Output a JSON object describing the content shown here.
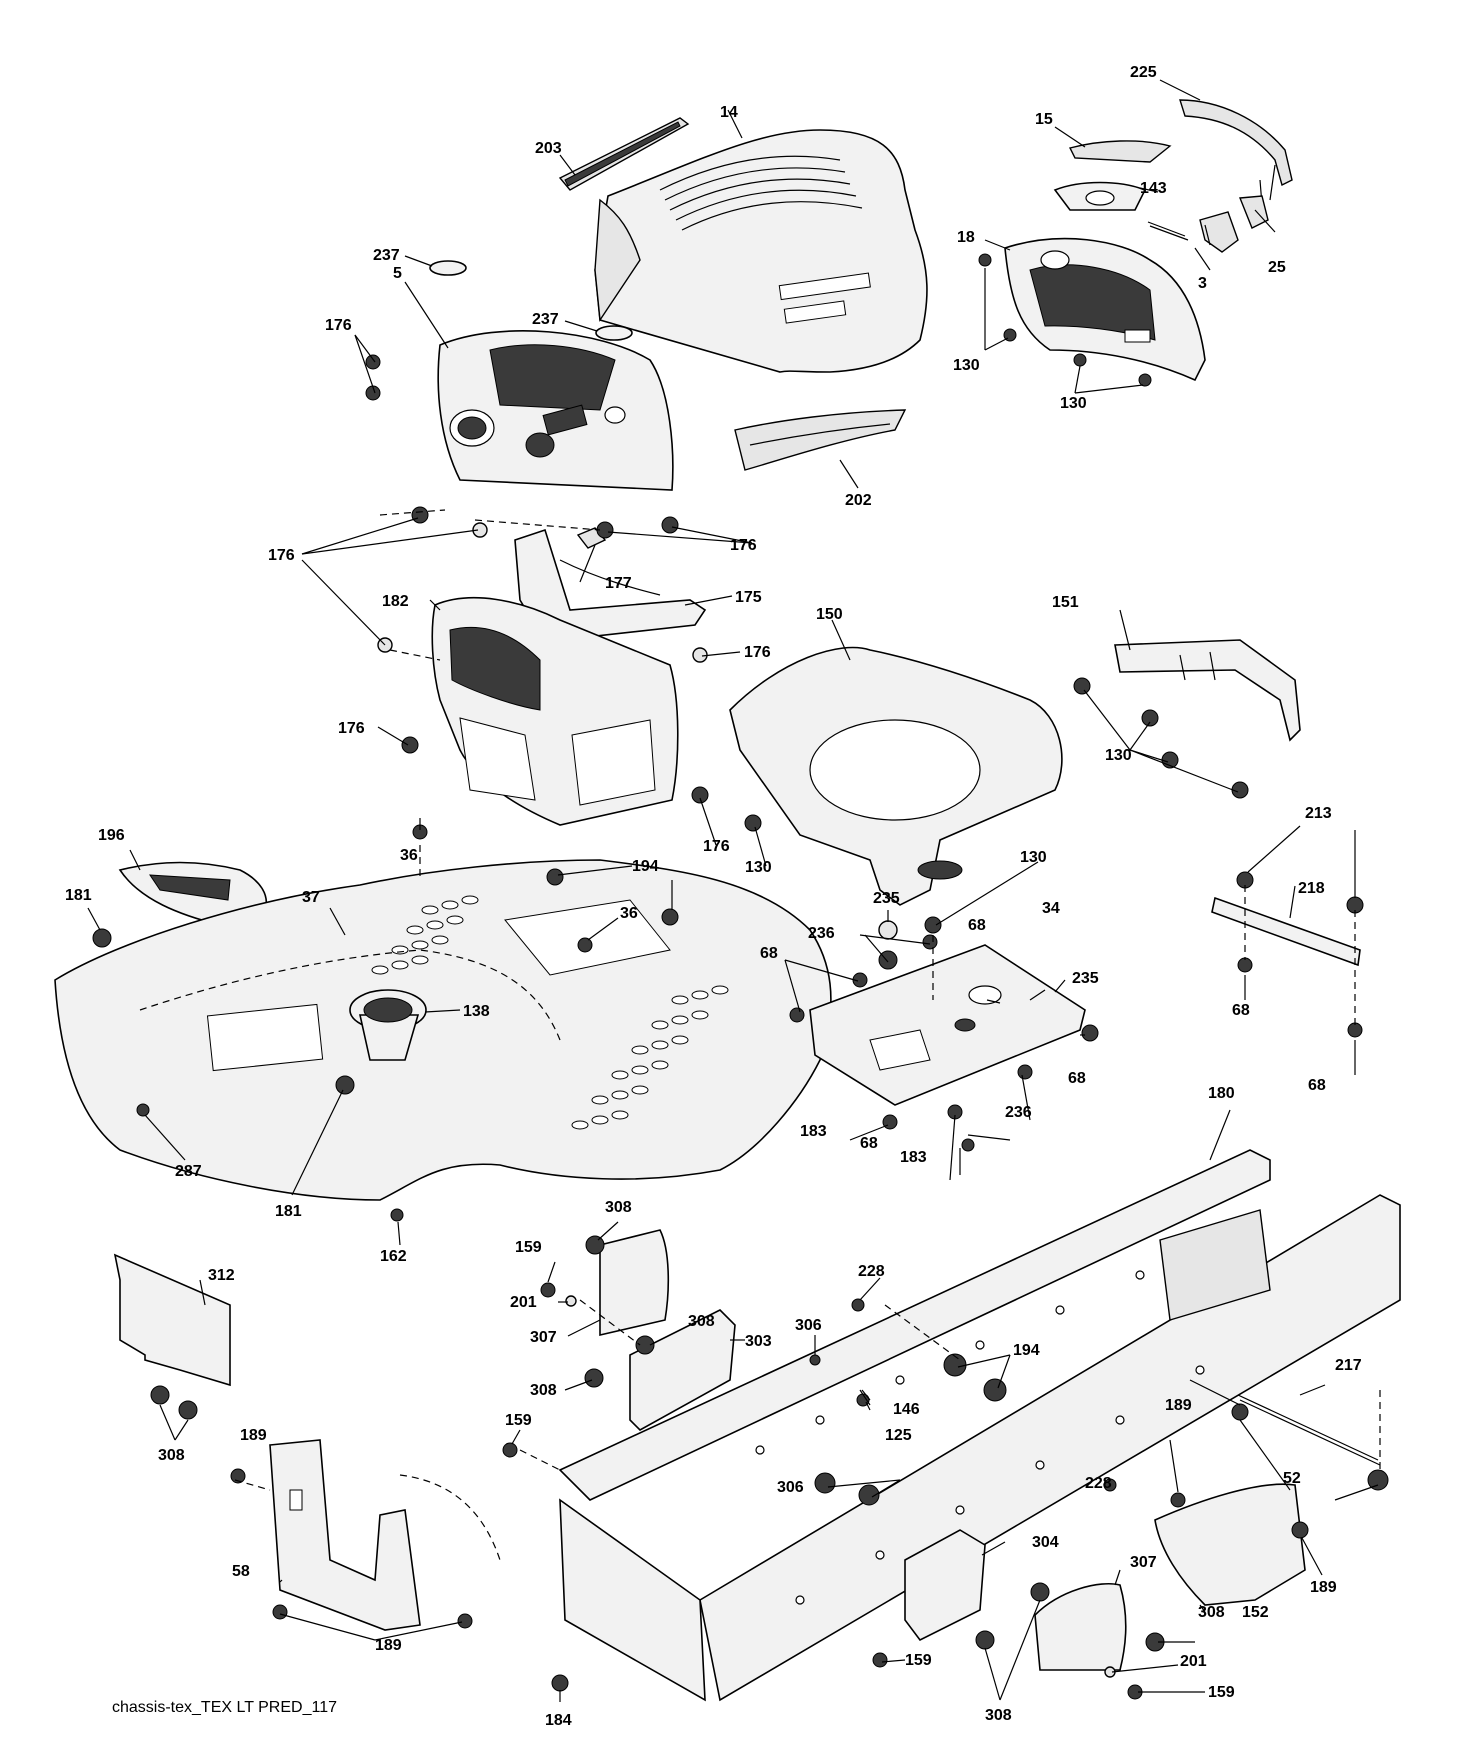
{
  "caption": "chassis-tex_TEX LT PRED_117",
  "labels": [
    "14",
    "203",
    "225",
    "15",
    "143",
    "18",
    "3",
    "25",
    "237",
    "237",
    "5",
    "176",
    "130",
    "130",
    "202",
    "176",
    "176",
    "176",
    "177",
    "175",
    "182",
    "176",
    "150",
    "151",
    "176",
    "176",
    "130",
    "130",
    "196",
    "181",
    "36",
    "194",
    "37",
    "36",
    "138",
    "287",
    "181",
    "162",
    "235",
    "130",
    "213",
    "218",
    "236",
    "68",
    "34",
    "68",
    "235",
    "68",
    "68",
    "68",
    "183",
    "236",
    "68",
    "183",
    "180",
    "308",
    "159",
    "201",
    "307",
    "228",
    "308",
    "303",
    "306",
    "194",
    "312",
    "308",
    "308",
    "159",
    "146",
    "125",
    "189",
    "306",
    "217",
    "189",
    "52",
    "58",
    "304",
    "228",
    "189",
    "307",
    "308",
    "152",
    "201",
    "189",
    "184",
    "159",
    "308",
    "159"
  ]
}
